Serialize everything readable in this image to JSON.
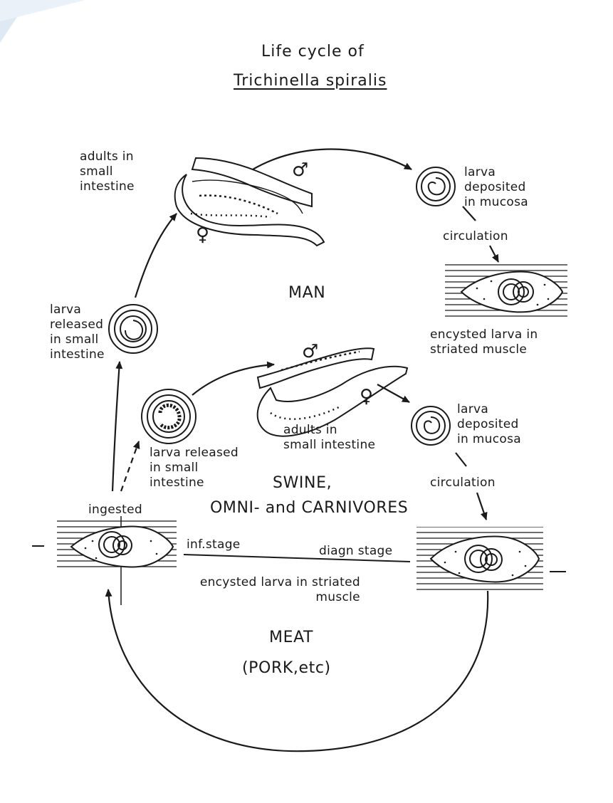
{
  "title": {
    "line1": "Life cycle of",
    "line2": "Trichinella spiralis"
  },
  "hosts": {
    "man": "MAN",
    "swine_line1": "SWINE,",
    "swine_line2": "OMNI- and CARNIVORES",
    "meat_line1": "MEAT",
    "meat_line2": "(PORK,etc)"
  },
  "man_cycle": {
    "adults": "adults in\nsmall\nintestine",
    "larva_deposited": "larva\ndeposited\nin mucosa",
    "circulation": "circulation",
    "encysted": "encysted larva in\nstriated muscle",
    "larva_released": "larva\nreleased\nin small\nintestine"
  },
  "swine_cycle": {
    "larva_released": "larva released\nin small\nintestine",
    "adults": "adults in\nsmall intestine",
    "larva_deposited": "larva\ndeposited\nin mucosa",
    "circulation": "circulation",
    "ingested": "ingested"
  },
  "stages": {
    "inf_stage": "inf.stage",
    "diagn_stage": "diagn stage",
    "encysted_caption": "encysted larva in striated\nmuscle"
  },
  "symbols": {
    "male": "♂",
    "female": "♀"
  },
  "colors": {
    "ink": "#1a1a1a",
    "corner_accent": "#dfe9f3"
  }
}
